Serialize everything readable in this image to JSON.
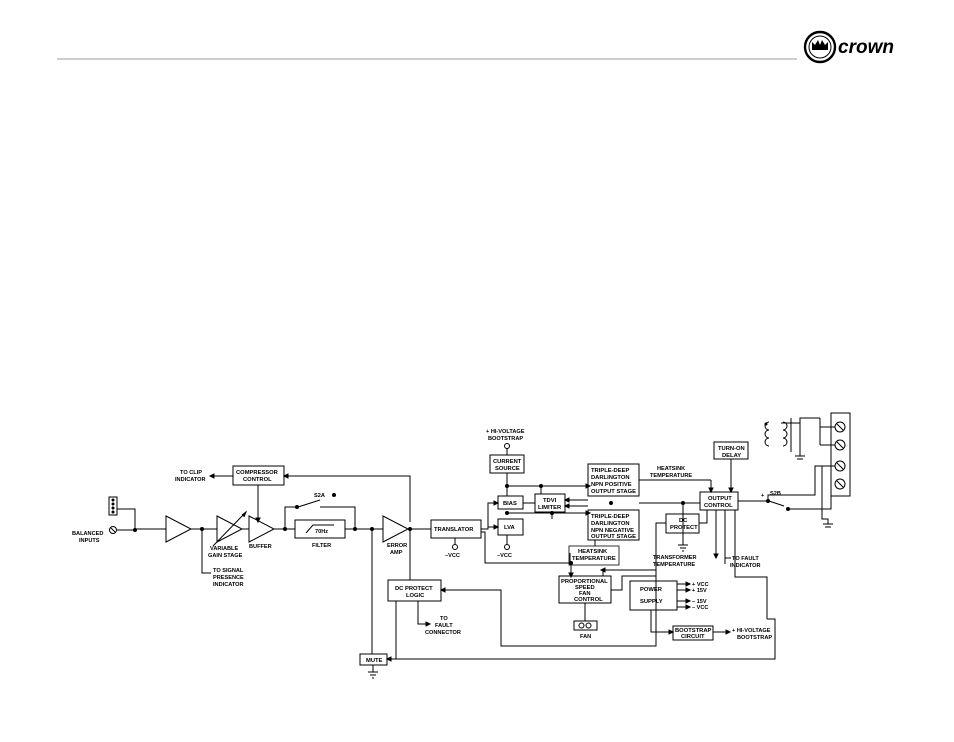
{
  "brand": {
    "name": "crown"
  },
  "labels": {
    "balanced_inputs_1": "BALANCED",
    "balanced_inputs_2": "INPUTS",
    "variable_gain_1": "VARIABLE",
    "variable_gain_2": "GAIN STAGE",
    "buffer": "BUFFER",
    "to_signal_1": "TO SIGNAL",
    "to_signal_2": "PRESENCE",
    "to_signal_3": "INDICATOR",
    "to_clip_1": "TO CLIP",
    "to_clip_2": "INDICATOR",
    "compressor_1": "COMPRESSOR",
    "compressor_2": "CONTROL",
    "s2a": "S2A",
    "filter_freq": "70Hz",
    "filter": "FILTER",
    "error_amp_1": "ERROR",
    "error_amp_2": "AMP",
    "translator": "TRANSLATOR",
    "neg_vcc_1": "–VCC",
    "neg_vcc_2": "–VCC",
    "hv_bootstrap_top_1": "+ HI-VOLTAGE",
    "hv_bootstrap_top_2": "BOOTSTRAP",
    "current_source_1": "CURRENT",
    "current_source_2": "SOURCE",
    "bias": "BIAS",
    "lva": "LVA",
    "tdvi_1": "TDVI",
    "tdvi_2": "LIMITER",
    "pos_stage_1": "TRIPLE-DEEP",
    "pos_stage_2": "DARLINGTON",
    "pos_stage_3": "NPN POSITIVE",
    "pos_stage_4": "OUTPUT STAGE",
    "neg_stage_1": "TRIPLE-DEEP",
    "neg_stage_2": "DARLINGTON",
    "neg_stage_3": "NPN NEGATIVE",
    "neg_stage_4": "OUTPUT STAGE",
    "heatsink_top_1": "HEATSINK",
    "heatsink_top_2": "TEMPERATURE",
    "heatsink_mid_1": "HEATSINK",
    "heatsink_mid_2": "TEMPERATURE",
    "turn_on_1": "TURN-ON",
    "turn_on_2": "DELAY",
    "output_control_1": "OUTPUT",
    "output_control_2": "CONTROL",
    "s2b": "S2B",
    "plus_sign": "+",
    "dc_protect_1": "DC",
    "dc_protect_2": "PROTECT",
    "transformer_1": "TRANSFORMER",
    "transformer_2": "TEMPERATURE",
    "fan_control_1": "PROPORTIONAL",
    "fan_control_2": "SPEED",
    "fan_control_3": "FAN",
    "fan_control_4": "CONTROL",
    "fan": "FAN",
    "power_supply_1": "POWER",
    "power_supply_2": "SUPPLY",
    "rail_1": "+ VCC",
    "rail_2": "+ 15V",
    "rail_3": "– 15V",
    "rail_4": "– VCC",
    "bootstrap_circuit_1": "BOOTSTRAP",
    "bootstrap_circuit_2": "CIRCUIT",
    "hv_bootstrap_out_1": "+ HI-VOLTAGE",
    "hv_bootstrap_out_2": "BOOTSTRAP",
    "to_fault_ind_1": "TO FAULT",
    "to_fault_ind_2": "INDICATOR",
    "dc_logic_1": "DC PROTECT",
    "dc_logic_2": "LOGIC",
    "to_fault_conn_1": "TO",
    "to_fault_conn_2": "FAULT",
    "to_fault_conn_3": "CONNECTOR",
    "mute": "MUTE"
  }
}
